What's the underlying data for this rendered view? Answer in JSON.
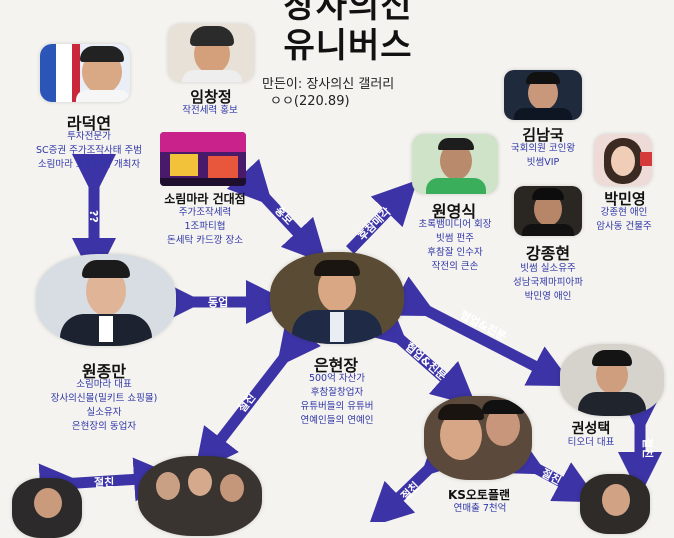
{
  "title": {
    "line1": "장사의신",
    "line2": "유니버스"
  },
  "maker": {
    "line1": "만든이: 장사의신 갤러리",
    "line2": "ㅇㅇ(220.89)"
  },
  "people": {
    "ra": {
      "name": "라덕연",
      "desc": [
        "투자전문가",
        "SC증권 주가조작사태 주범",
        "소림마라 조조파티 개최자"
      ]
    },
    "im": {
      "name": "임창정",
      "desc": [
        "작전세력 홍보"
      ]
    },
    "sorim": {
      "name": "소림마라 건대점",
      "desc": [
        "주가조작세력",
        "1조파티협",
        "돈세탁 카드깡 장소"
      ]
    },
    "kim": {
      "name": "김남국",
      "desc": [
        "국회의원 코인왕",
        "빗썸VIP"
      ]
    },
    "won": {
      "name": "원영식",
      "desc": [
        "초록뱀미디어 회장",
        "빗썸 펀주",
        "후참잘 인수자",
        "작전의 큰손"
      ]
    },
    "park": {
      "name": "박민영",
      "desc": [
        "강종현 애인",
        "암사동 건물주"
      ]
    },
    "kang": {
      "name": "강종현",
      "desc": [
        "빗썸 실소유주",
        "성남국제마피아파",
        "박민영 애인"
      ]
    },
    "wonjong": {
      "name": "원종만",
      "desc": [
        "소림마라 대표",
        "장사의신몰(밀키트 쇼핑몰)",
        "실소유자",
        "은현장의 동업자"
      ]
    },
    "eun": {
      "name": "은현장",
      "desc": [
        "500억 자산가",
        "후참잘창업자",
        "유튜버들의 유튜버",
        "연예인들의 연예인"
      ]
    },
    "kwon": {
      "name": "권성택",
      "desc": [
        "티오더 대표"
      ]
    },
    "ks": {
      "name": "KS오토플랜",
      "desc": [
        "연매출 7천억"
      ]
    }
  },
  "arrows": {
    "ra_wonjong": "??",
    "sorim_eun": "홍보",
    "eun_won": "후참매각",
    "wonjong_eun": "동업",
    "eun_kwon": "협업&친분",
    "eun_ks": "협업&친분",
    "eun_bottom": "절친",
    "wonjong_bottom": "절친",
    "ks_bottom": "절친",
    "ks_right": "절친",
    "kwon_down": "절친"
  },
  "colors": {
    "arrow": "#3c33a6",
    "desc": "#2f36a8",
    "bg": "#f4f3ef"
  }
}
